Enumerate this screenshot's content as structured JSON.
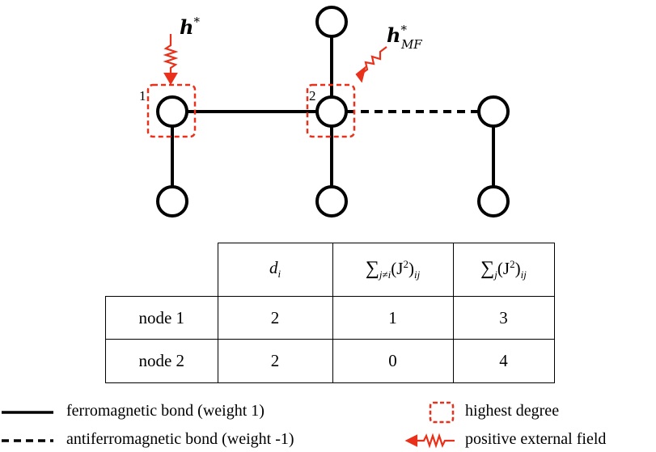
{
  "graph": {
    "node_labels": [
      "1",
      "2"
    ],
    "field_label_1": {
      "base": "h",
      "sup": "*"
    },
    "field_label_2": {
      "base": "h",
      "sup": "*",
      "sub": "MF"
    },
    "colors": {
      "edge": "#000000",
      "highlight": "#e8301a",
      "field": "#e8301a"
    }
  },
  "table": {
    "headers": {
      "degree": {
        "base": "d",
        "sub": "i"
      },
      "offdiag": {
        "sum_sub": "j≠i",
        "expr": "(J",
        "sup": "2",
        "close": ")",
        "sub": "ij"
      },
      "full": {
        "sum_sub": "j",
        "expr": "(J",
        "sup": "2",
        "close": ")",
        "sub": "ij"
      }
    },
    "rows": [
      {
        "label": "node 1",
        "values": [
          "2",
          "1",
          "3"
        ]
      },
      {
        "label": "node 2",
        "values": [
          "2",
          "0",
          "4"
        ]
      }
    ]
  },
  "legend": {
    "ferromagnetic": "ferromagnetic bond (weight 1)",
    "antiferromagnetic": "antiferromagnetic bond (weight -1)",
    "highest_degree": "highest degree",
    "field": "positive external field"
  }
}
